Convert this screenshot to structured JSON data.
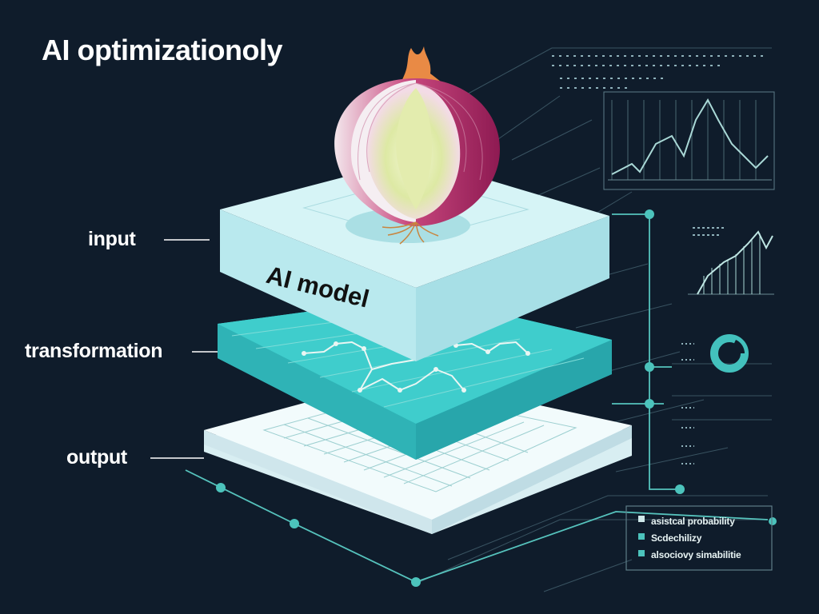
{
  "title": "AI optimizationoly",
  "layers": {
    "input": "input",
    "transformation": "transformation",
    "output": "output",
    "model_label": "AI model"
  },
  "legend": {
    "items": [
      "asistcal probability",
      "Scdechilizy",
      "alsociovy simabilitie"
    ]
  },
  "colors": {
    "background": "#0f1c2b",
    "input_layer": "#d6f3f4",
    "transformation_layer": "#3cc5c6",
    "output_layer": "#eef9fa",
    "accent": "#45c0b4",
    "onion_purple": "#a2245e",
    "onion_stem": "#e98a45"
  },
  "icons": [
    "onion-illustration",
    "donut-chart-icon"
  ]
}
